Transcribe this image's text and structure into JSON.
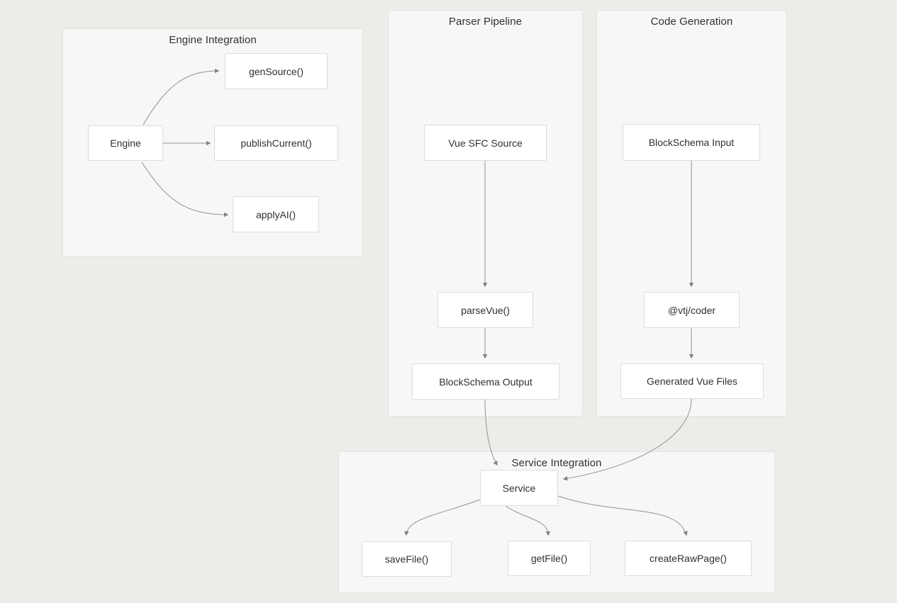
{
  "groups": {
    "engine_integration": {
      "title": "Engine Integration"
    },
    "parser_pipeline": {
      "title": "Parser Pipeline"
    },
    "code_generation": {
      "title": "Code Generation"
    },
    "service_integration": {
      "title": "Service Integration"
    }
  },
  "nodes": {
    "engine": {
      "label": "Engine",
      "group": "engine_integration"
    },
    "gen_source": {
      "label": "genSource()",
      "group": "engine_integration"
    },
    "publish_current": {
      "label": "publishCurrent()",
      "group": "engine_integration"
    },
    "apply_ai": {
      "label": "applyAI()",
      "group": "engine_integration"
    },
    "vue_sfc_source": {
      "label": "Vue SFC Source",
      "group": "parser_pipeline"
    },
    "parse_vue": {
      "label": "parseVue()",
      "group": "parser_pipeline"
    },
    "blockschema_output": {
      "label": "BlockSchema Output",
      "group": "parser_pipeline"
    },
    "blockschema_input": {
      "label": "BlockSchema Input",
      "group": "code_generation"
    },
    "vtj_coder": {
      "label": "@vtj/coder",
      "group": "code_generation"
    },
    "generated_vue_files": {
      "label": "Generated Vue Files",
      "group": "code_generation"
    },
    "service": {
      "label": "Service",
      "group": "service_integration"
    },
    "save_file": {
      "label": "saveFile()",
      "group": "service_integration"
    },
    "get_file": {
      "label": "getFile()",
      "group": "service_integration"
    },
    "create_raw_page": {
      "label": "createRawPage()",
      "group": "service_integration"
    }
  },
  "edges": [
    {
      "from": "engine",
      "to": "gen_source"
    },
    {
      "from": "engine",
      "to": "publish_current"
    },
    {
      "from": "engine",
      "to": "apply_ai"
    },
    {
      "from": "vue_sfc_source",
      "to": "parse_vue"
    },
    {
      "from": "parse_vue",
      "to": "blockschema_output"
    },
    {
      "from": "blockschema_output",
      "to": "service"
    },
    {
      "from": "blockschema_input",
      "to": "vtj_coder"
    },
    {
      "from": "vtj_coder",
      "to": "generated_vue_files"
    },
    {
      "from": "generated_vue_files",
      "to": "service"
    },
    {
      "from": "service",
      "to": "save_file"
    },
    {
      "from": "service",
      "to": "get_file"
    },
    {
      "from": "service",
      "to": "create_raw_page"
    }
  ],
  "colors": {
    "page_background": "#EDECE9",
    "group_background": "#F7F7F7",
    "group_border": "#E3E3E3",
    "node_background": "#FFFFFF",
    "node_border": "#DCDCDC",
    "edge": "#929292",
    "arrowhead": "#808080",
    "text": "#2E3033"
  }
}
